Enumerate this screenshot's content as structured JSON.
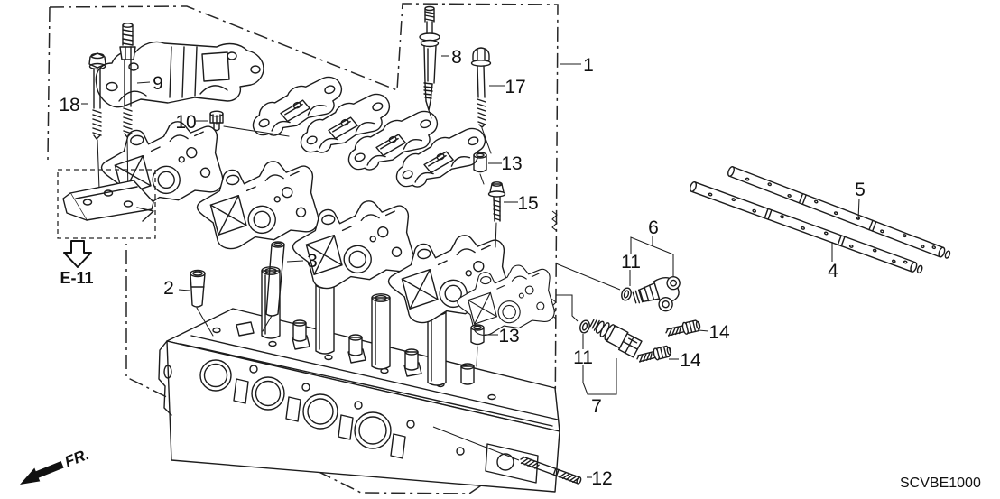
{
  "diagram": {
    "code": "SCVBE1000",
    "reference": "E-11",
    "front": "FR.",
    "colors": {
      "line": "#1c1c1c",
      "background": "#ffffff"
    },
    "callouts": {
      "c1": "1",
      "c2": "2",
      "c3": "3",
      "c4": "4",
      "c5": "5",
      "c6": "6",
      "c7": "7",
      "c8": "8",
      "c9": "9",
      "c10": "10",
      "c11a": "11",
      "c11b": "11",
      "c12": "12",
      "c13a": "13",
      "c13b": "13",
      "c14a": "14",
      "c14b": "14",
      "c15": "15",
      "c17": "17",
      "c18": "18"
    }
  }
}
